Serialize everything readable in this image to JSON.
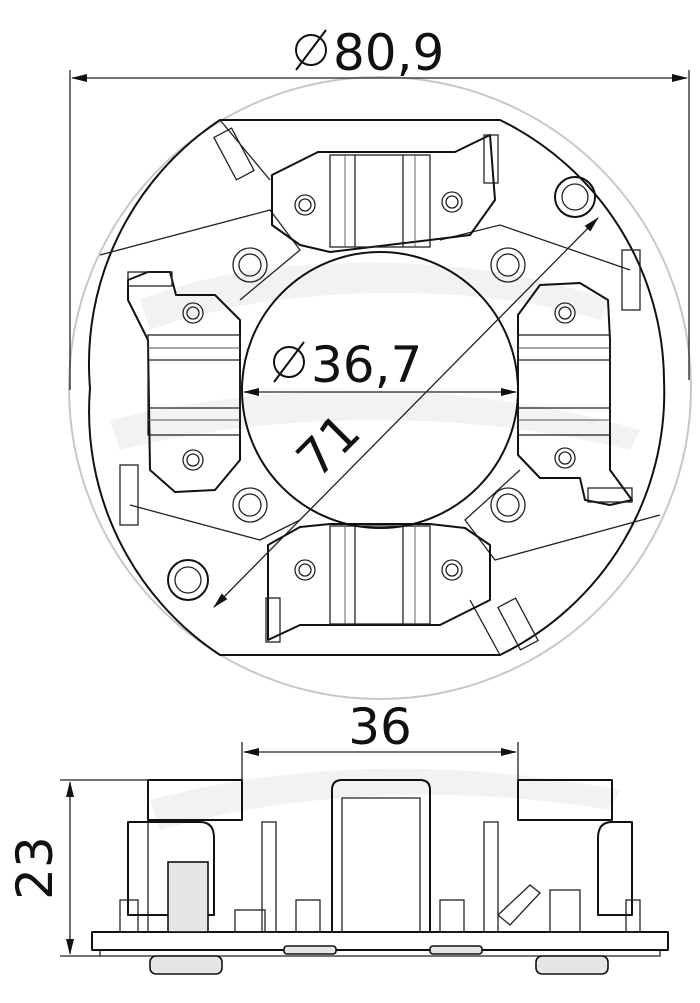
{
  "drawing": {
    "dimensions": {
      "outer_diameter": "80,9",
      "inner_diameter": "36,7",
      "hole_spacing": "71",
      "bottom_width": "36",
      "height": "23"
    }
  },
  "colors": {
    "line": "#111111",
    "construction_circle": "#c8c8c8",
    "fill": "#e6e6e6",
    "background": "#ffffff"
  }
}
